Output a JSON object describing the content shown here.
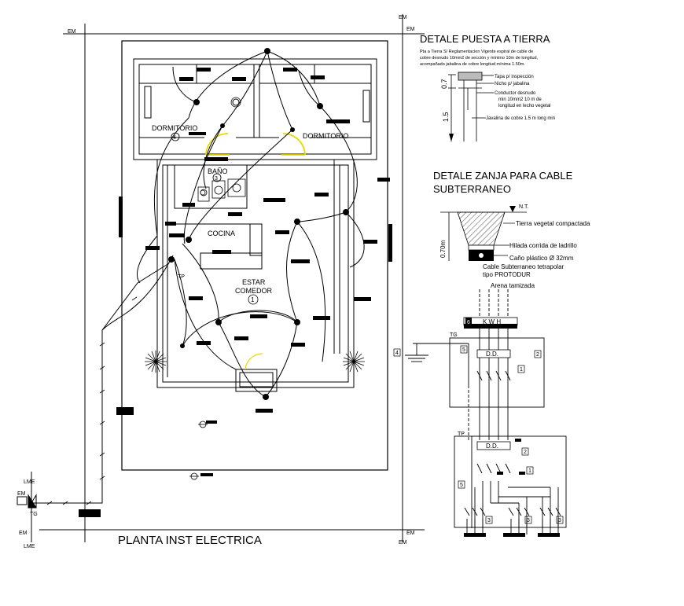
{
  "plan": {
    "title": "PLANTA INST ELECTRICA",
    "rooms": {
      "dorm4_name": "DORMITORIO",
      "dorm4_num": "4",
      "dorm_name": "DORMITORIO",
      "bath_name": "BAÑO",
      "bath_num": "3",
      "kitchen_name": "COCINA",
      "living_name_1": "ESTAR",
      "living_name_2": "COMEDOR",
      "living_num": "1"
    },
    "markers": {
      "em": "EM",
      "lme": "LME",
      "tg": "TG",
      "tp": "TP"
    }
  },
  "grounding_detail": {
    "title": "DETALE PUESTA A TIERRA",
    "note_1": "Pta a Tierra S/ Reglamentacion Vigente espiral de cable de",
    "note_2": "cobre desnudo 10mm2 de sección y mínimo 10m de longitud,",
    "note_3": "acompañado jabalina de cobre longitud mínima 1.50m.",
    "label_cover": "Tapa p/ inspección",
    "label_niche": "Nicho p/ jabalina",
    "label_conductor_1": "Conductor desnudo",
    "label_conductor_2": "min 10mm2 10 m de",
    "label_conductor_3": "longitud en lecho vegetal",
    "label_rod": "Javalina de cobre 1.5 m long min",
    "dim_top": "0.7",
    "dim_bottom": "1.5"
  },
  "trench_detail": {
    "title_1": "DETALE ZANJA PARA CABLE",
    "title_2": "SUBTERRANEO",
    "nt": "N.T.",
    "depth": "0.70m",
    "label_soil": "Tierra vegetal compactada",
    "label_brick": "Hilada corrida de ladrillo",
    "label_pipe": "Caño plástico  Ø 32mm",
    "label_cable_1": "Cable Subterraneo tetrapolar",
    "label_cable_2": "tipo PROTODUR",
    "label_sand": "Arena tamizada"
  },
  "single_line": {
    "meter": "K W H",
    "meter_num": "6",
    "tg": "TG",
    "tp": "TP",
    "dd": "D.D.",
    "tag_4": "4",
    "tag_2": "2",
    "tag_1": "1",
    "tag_3": "3",
    "tag_5": "5"
  }
}
